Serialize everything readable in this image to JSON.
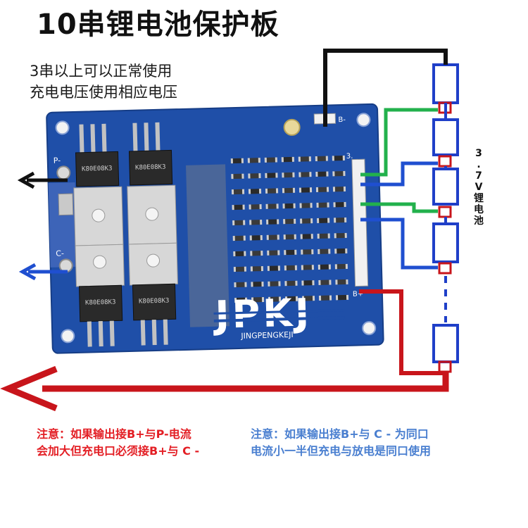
{
  "title": "10串锂电池保护板",
  "subtitle": [
    "3串以上可以正常使用",
    "充电电压使用相应电压"
  ],
  "battery_label": "3.7V锂电池",
  "board": {
    "brand": "JPKJ",
    "brand_sub": "JINGPENGKEJI",
    "pad_p": "P-",
    "pad_c": "C-",
    "pad_b_minus": "B-",
    "pad_b_plus": "B+",
    "connector_label": "3.",
    "mosfet_label": "K80E08K3"
  },
  "note_red": [
    "注意：如果输出接B+与P-电流",
    "会加大但充电口必须接B+与 C -"
  ],
  "note_blue": [
    "注意：如果输出接B+与 C  - 为同口",
    "电流小一半但充电与放电是同口使用"
  ],
  "colors": {
    "board": "#1f4fa8",
    "wire_black": "#111111",
    "wire_green": "#22b14c",
    "wire_blue": "#1f4fd0",
    "wire_red": "#c8151b",
    "cell_outline": "#1f3fc8"
  }
}
